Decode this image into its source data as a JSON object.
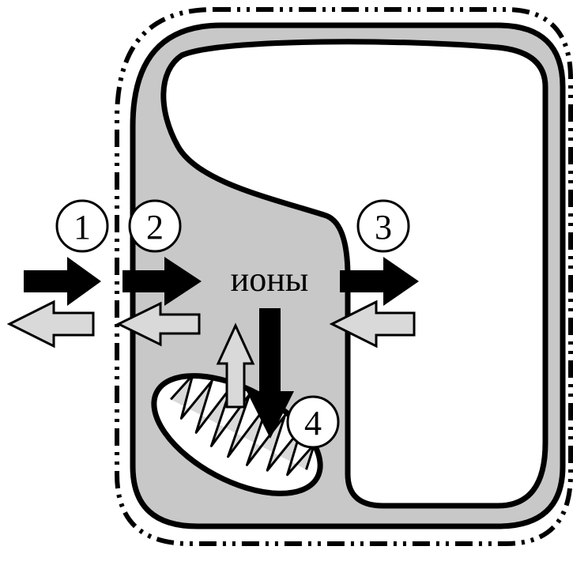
{
  "diagram": {
    "center_label": "ионы",
    "pathway_labels": [
      "1",
      "2",
      "3",
      "4"
    ],
    "colors": {
      "cytoplasm": "#c8c8c8",
      "outline": "#000000",
      "background": "#ffffff",
      "light_arrow": "#d9d9d9",
      "dark_arrow": "#000000"
    }
  }
}
